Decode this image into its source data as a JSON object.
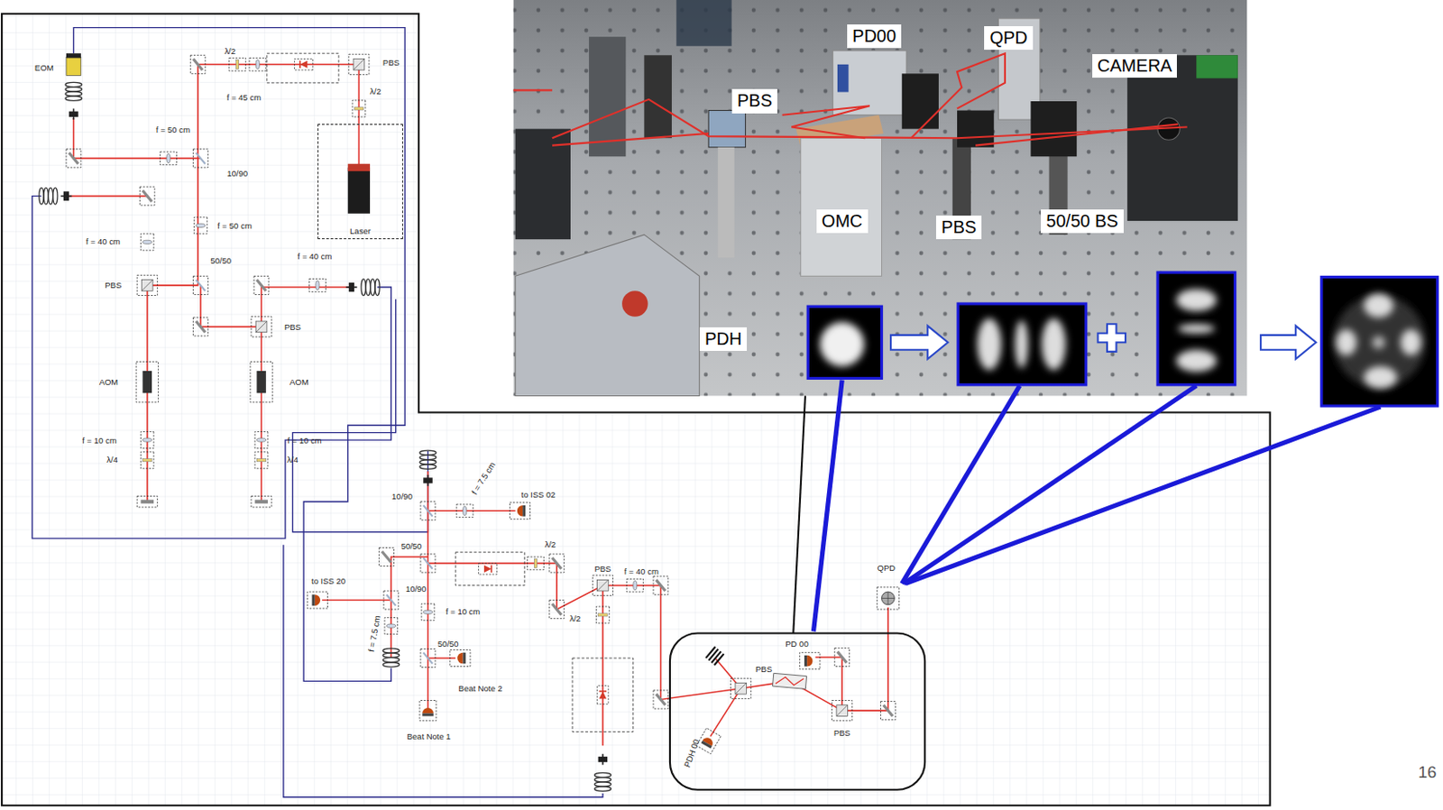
{
  "diagram": {
    "nodes": [
      {
        "text": [
          "Laser"
        ]
      },
      {
        "text": [
          "PD00"
        ]
      },
      {
        "text": [
          "QPD"
        ]
      },
      {
        "text": [
          "CAMERA"
        ]
      },
      {
        "text": [
          "PBS"
        ]
      },
      {
        "text": [
          "OMC"
        ]
      },
      {
        "text": [
          "PBS"
        ]
      },
      {
        "text": [
          "50/50 BS"
        ]
      },
      {
        "text": [
          "PDH"
        ]
      }
    ],
    "labels": [
      "EOM",
      "λ/2",
      "f = 45 cm",
      "PBS",
      "λ/2",
      "f = 50 cm",
      "10/90",
      "f = 50 cm",
      "f = 40 cm",
      "50/50",
      "f = 40 cm",
      "PBS",
      "PBS",
      "AOM",
      "AOM",
      "f = 10 cm",
      "f = 10 cm",
      "λ/4",
      "λ/4",
      "10/90",
      "f = 7.5 cm",
      "to ISS 02",
      "λ/2",
      "50/50",
      "to ISS 20",
      "10/90",
      "f = 7.5 cm",
      "f = 10 cm",
      "50/50",
      "Beat Note 2",
      "Beat Note 1",
      "PBS",
      "f = 40 cm",
      "λ/2",
      "PBS",
      "PD 00",
      "QPD",
      "PBS",
      "PDH 00",
      "16"
    ]
  }
}
